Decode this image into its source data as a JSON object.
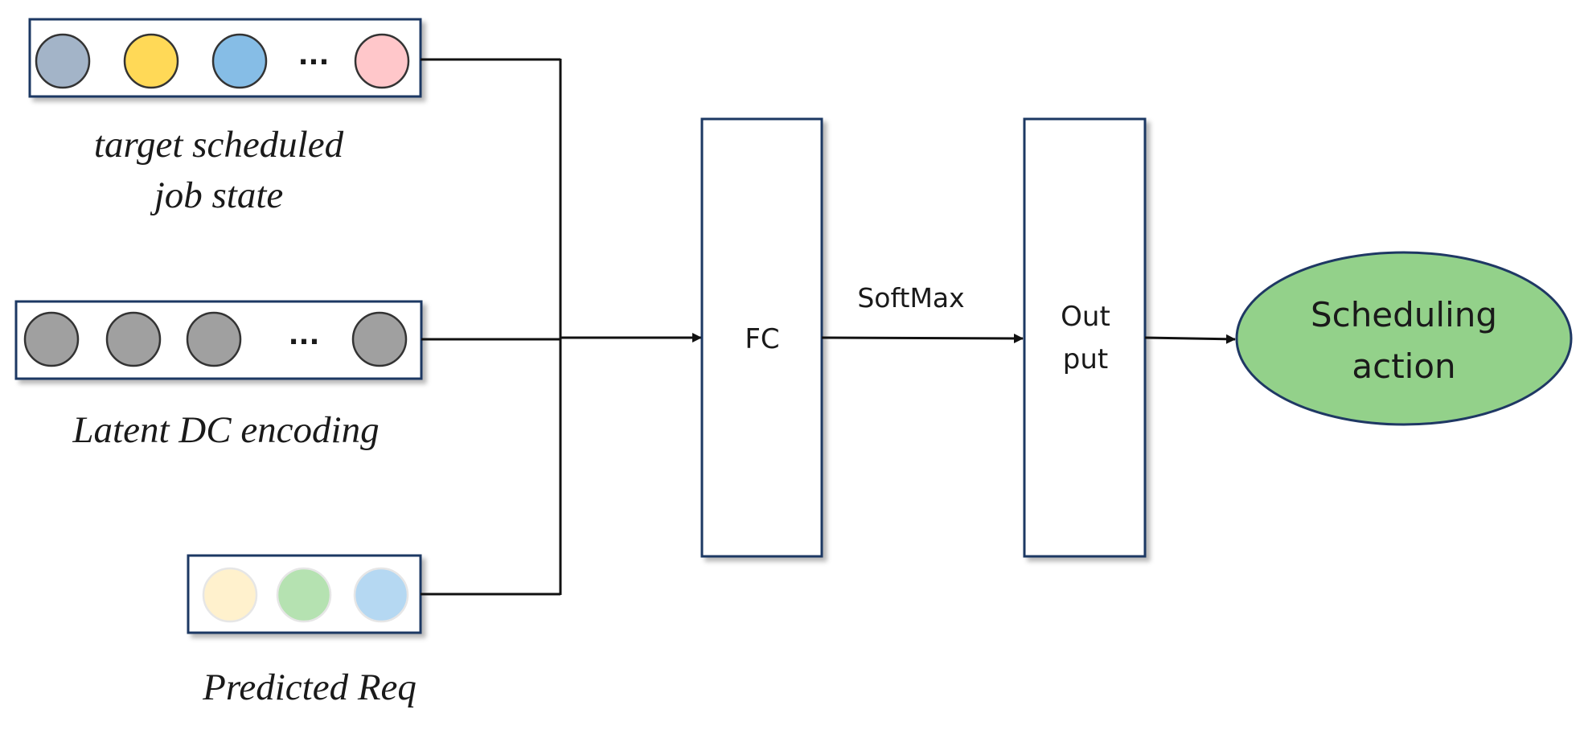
{
  "inputs": {
    "target": {
      "label_line1": "target scheduled",
      "label_line2": "job state",
      "ellipsis": "...",
      "colors": [
        "#a3b4c8",
        "#ffd957",
        "#86bde6",
        "#ffc7ca"
      ]
    },
    "latent": {
      "label": "Latent DC encoding",
      "ellipsis": "...",
      "colors": [
        "#a0a0a0",
        "#a0a0a0",
        "#a0a0a0",
        "#a0a0a0"
      ]
    },
    "predicted": {
      "label": "Predicted Req",
      "colors": [
        "#fff1cd",
        "#b5e2b1",
        "#b5d8f2"
      ]
    }
  },
  "layers": {
    "fc": "FC",
    "softmax": "SoftMax",
    "output_line1": "Out",
    "output_line2": "put"
  },
  "result": {
    "line1": "Scheduling",
    "line2": "action",
    "fill": "#93d18a",
    "stroke": "#1f3864"
  },
  "theme": {
    "box_border": "#1f3864",
    "line": "#111111"
  }
}
